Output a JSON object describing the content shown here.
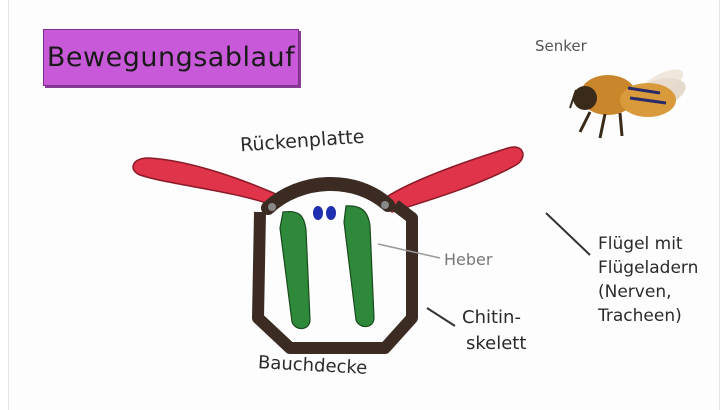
{
  "title": "Bewegungsablauf",
  "labels": {
    "ruecken": "Rückenplatte",
    "bauch": "Bauchdecke",
    "heber": "Heber",
    "chitin": [
      "Chitin-",
      "skelett"
    ],
    "fluegel": [
      "Flügel mit",
      "Flügeladern",
      "(Nerven,",
      "Tracheen)"
    ],
    "senker": "Senker"
  },
  "colors": {
    "title_bg": "#c85ad9",
    "wing": "#e0344a",
    "skeleton": "#3b2b22",
    "muscle": "#2e8a3a",
    "eye": "#1f2fb0"
  }
}
